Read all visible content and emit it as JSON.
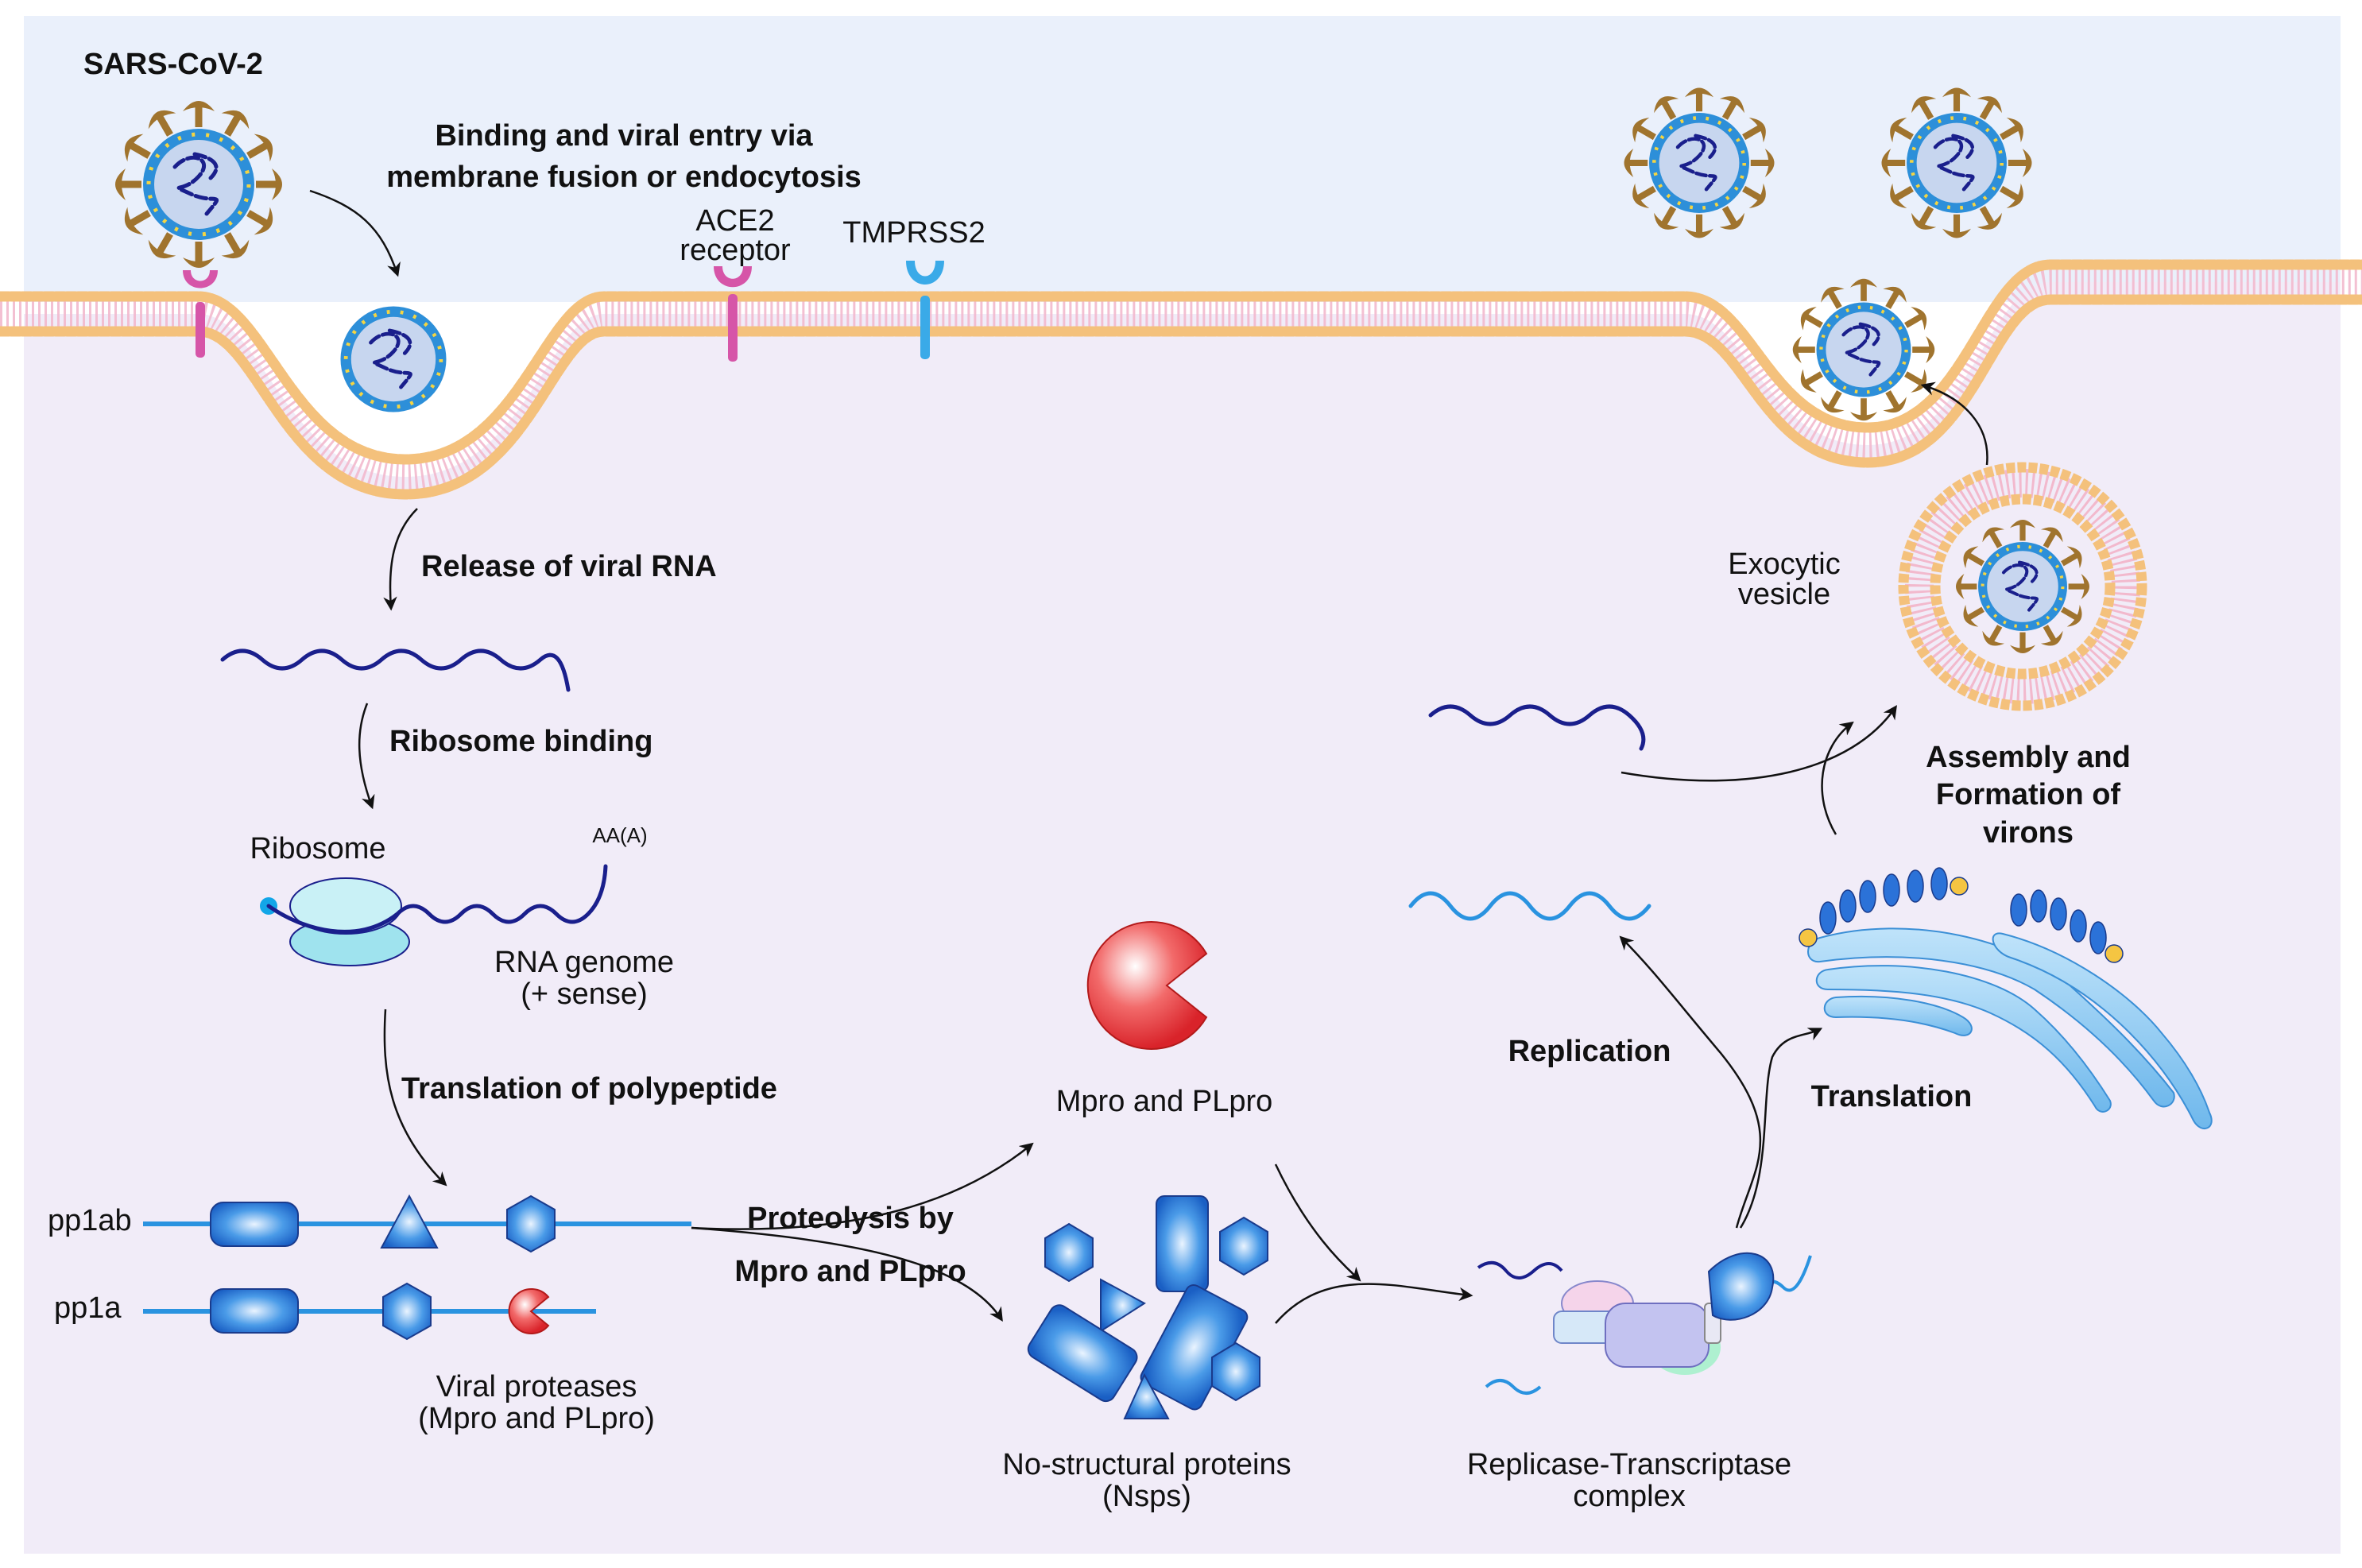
{
  "labels": {
    "virus": "SARS-CoV-2",
    "entry_1": "Binding and viral entry via",
    "entry_2": "membrane fusion or endocytosis",
    "ace2_1": "ACE2",
    "ace2_2": "receptor",
    "tmprss2": "TMPRSS2",
    "release": "Release of viral RNA",
    "ribosome_binding": "Ribosome binding",
    "ribosome": "Ribosome",
    "polya": "AA(A)",
    "genome_1": "RNA genome",
    "genome_2": "(+ sense)",
    "translation_poly": "Translation of polypeptide",
    "pp1ab": "pp1ab",
    "pp1a": "pp1a",
    "proteases_1": "Viral proteases",
    "proteases_2": "(Mpro and PLpro)",
    "proteolysis_1": "Proteolysis by",
    "proteolysis_2": "Mpro and PLpro",
    "mpro_plpro": "Mpro and PLpro",
    "nsps_1": "No-structural proteins",
    "nsps_2": "(Nsps)",
    "rtc_1": "Replicase-Transcriptase",
    "rtc_2": "complex",
    "replication": "Replication",
    "translation": "Translation",
    "assembly_1": "Assembly and",
    "assembly_2": "Formation of",
    "assembly_3": "virons",
    "exocytic_1": "Exocytic",
    "exocytic_2": "vesicle"
  },
  "colors": {
    "extracellular": "#eaf0fb",
    "cytoplasm": "#f1ecf8",
    "membrane_head": "#f4c17c",
    "membrane_tail": "#f2b9cd",
    "spike": "#a0742e",
    "virus_shell": "#2d8fd9",
    "virus_core": "#c7d6ef",
    "rna_dark": "#1a1f8c",
    "rna_light": "#2a93e0",
    "ace2": "#d655a8",
    "tmprss2": "#3aaae8",
    "protein_blue": "#2b72d8",
    "protease_red": "#e83c3c"
  }
}
